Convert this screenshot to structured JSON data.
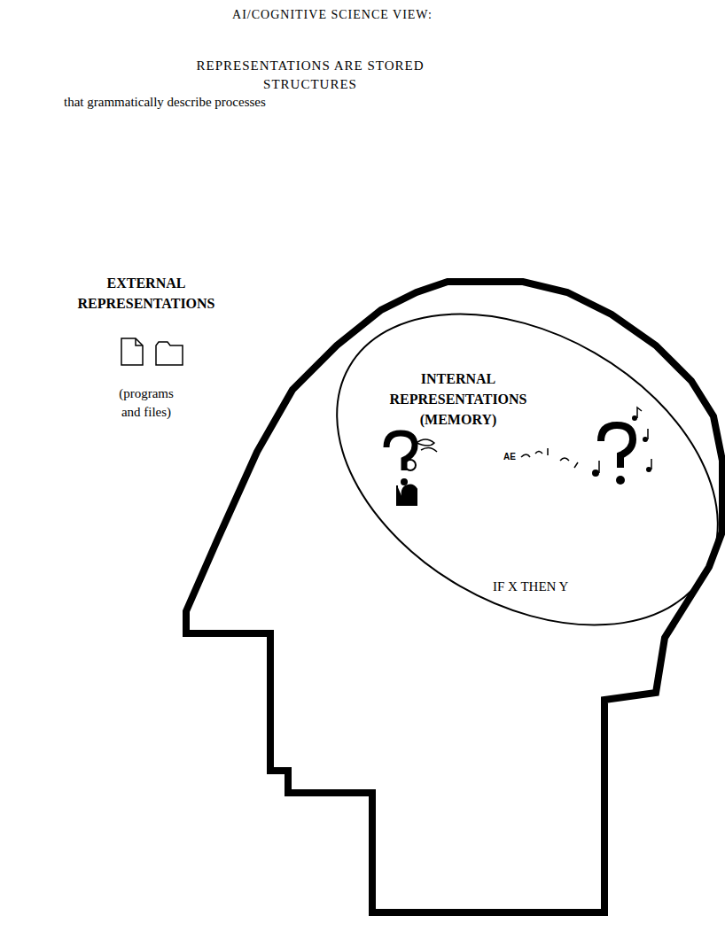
{
  "diagram": {
    "title": "AI/COGNITIVE SCIENCE VIEW:",
    "nodes": [
      {
        "text": [
          "INTERNAL REPRESENTATIONS (MEMORY)",
          "IF X THEN Y"
        ]
      }
    ],
    "labels": [
      "REPRESENTATIONS ARE STORED STRUCTURES",
      "that grammatically describe processes",
      "EXTERNAL REPRESENTATIONS",
      "(programs and files)",
      "AE"
    ]
  }
}
